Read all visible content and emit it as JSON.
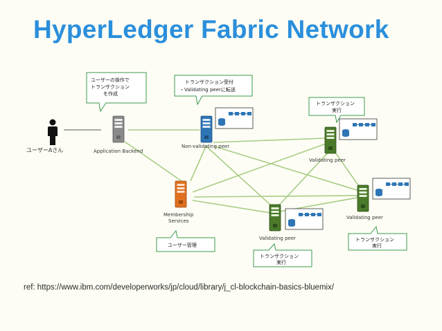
{
  "title": "HyperLedger Fabric Network",
  "reference": "ref: https://www.ibm.com/developerworks/jp/cloud/library/j_cl-blockchain-basics-bluemix/",
  "user": {
    "label": "ユーザーAさん"
  },
  "app_backend": {
    "label": "Application Backend"
  },
  "non_validating_peer": {
    "label": "Non-validating peer"
  },
  "membership_services": {
    "label_line1": "Membership",
    "label_line2": "Services"
  },
  "validating_peers": [
    {
      "label": "Validating peer"
    },
    {
      "label": "Validating peer"
    },
    {
      "label": "Validating peer"
    }
  ],
  "callouts": {
    "app_backend": [
      "ユーザーの操作で",
      "トランザクション",
      "を作成"
    ],
    "non_validating_peer": [
      "トランザクション受付",
      "・Validating peerに転送"
    ],
    "membership": [
      "ユーザー管理"
    ],
    "peer_top_right": [
      "トランザクション",
      "実行"
    ],
    "peer_bottom": [
      "トランザクション",
      "実行"
    ],
    "peer_right": [
      "トランザクション",
      "実行"
    ]
  },
  "colors": {
    "title": "#2b8fdc",
    "link": "#a8cc84",
    "app_server": "#8a8a8a",
    "non_validating_server": "#2e75b6",
    "membership_server": "#e07020",
    "validating_server": "#4a7a2a",
    "callout_border": "#3a9a4a",
    "chain_block": "#2e75b6"
  },
  "icons": {
    "user": "person-icon",
    "server": "server-icon",
    "database": "database-icon",
    "blockchain": "blockchain-icon"
  }
}
